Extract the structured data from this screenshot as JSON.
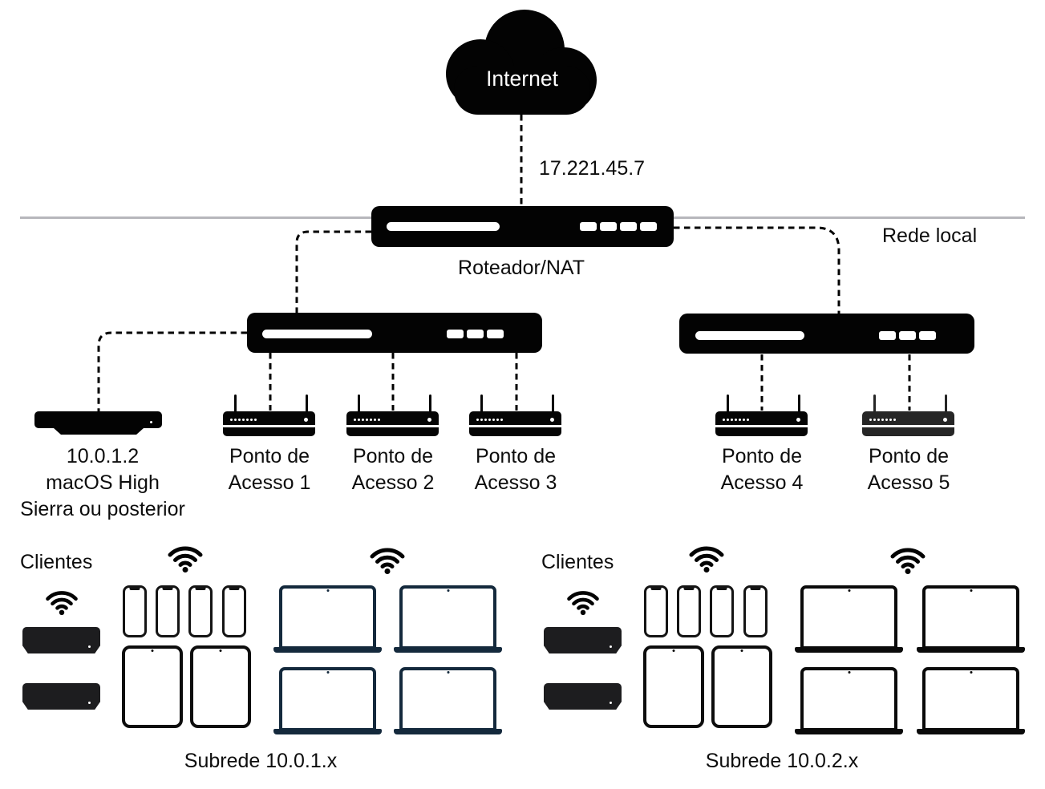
{
  "diagram": {
    "internet": {
      "label": "Internet"
    },
    "wan_ip": "17.221.45.7",
    "router": {
      "label": "Roteador/NAT"
    },
    "local_network_label": "Rede local",
    "server": {
      "label_line1": "10.0.1.2",
      "label_line2": "macOS High",
      "label_line3": "Sierra ou posterior"
    },
    "access_points": [
      {
        "label_line1": "Ponto de",
        "label_line2": "Acesso 1"
      },
      {
        "label_line1": "Ponto de",
        "label_line2": "Acesso 2"
      },
      {
        "label_line1": "Ponto de",
        "label_line2": "Acesso 3"
      },
      {
        "label_line1": "Ponto de",
        "label_line2": "Acesso 4"
      },
      {
        "label_line1": "Ponto de",
        "label_line2": "Acesso 5"
      }
    ],
    "client_groups": [
      {
        "clients_label": "Clientes",
        "subnet_label": "Subrede 10.0.1.x"
      },
      {
        "clients_label": "Clientes",
        "subnet_label": "Subrede 10.0.2.x"
      }
    ],
    "icons": [
      "internet-cloud-icon",
      "wifi-icon",
      "router-icon",
      "switch-icon",
      "access-point-icon",
      "mac-server-icon",
      "mac-mini-icon",
      "phone-icon",
      "tablet-icon",
      "laptop-icon"
    ],
    "colors": {
      "device_black": "#030303",
      "access_point_5_gray": "#262626",
      "laptop_navy": "#14293c",
      "laptop_black": "#0a0a0a",
      "divider_gray": "#b7b7bc",
      "connector_dash": "#000000"
    }
  }
}
